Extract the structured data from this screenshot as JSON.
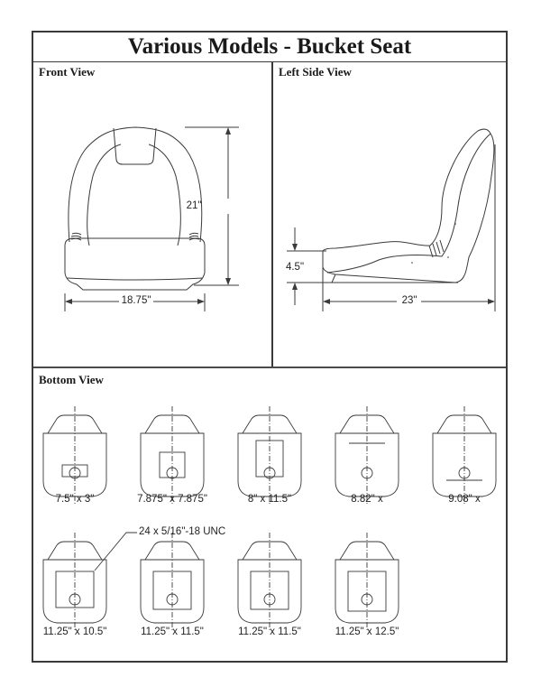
{
  "title": "Various Models - Bucket Seat",
  "panels": {
    "front": {
      "label": "Front View",
      "width_dim": "18.75\"",
      "height_dim": "21\""
    },
    "side": {
      "label": "Left Side View",
      "depth_dim": "23\"",
      "height_dim": "4.5\""
    },
    "bottom": {
      "label": "Bottom View"
    }
  },
  "bottom_views": [
    {
      "caption": "7.5\" x 3\""
    },
    {
      "caption": "7.875\" x 7.875\""
    },
    {
      "caption": "8\" x 11.5\""
    },
    {
      "caption": "8.82\" x"
    },
    {
      "caption": "9.08\" x"
    },
    {
      "caption": "11.25\" x 10.5\""
    },
    {
      "caption": "11.25\" x 11.5\""
    },
    {
      "caption": "11.25\" x 11.5\""
    },
    {
      "caption": "11.25\" x 12.5\""
    }
  ],
  "callout": "24 x 5/16\"-18 UNC",
  "colors": {
    "line": "#3a3a3a",
    "text": "#222222"
  }
}
